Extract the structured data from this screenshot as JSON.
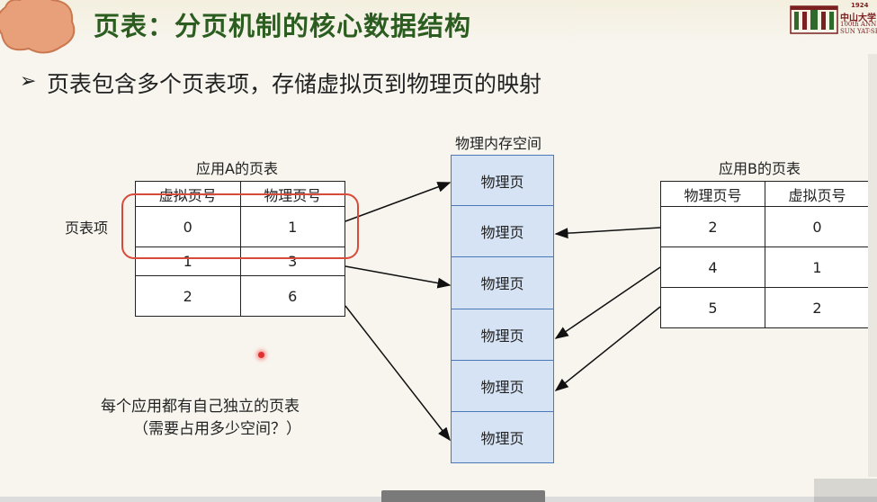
{
  "slide": {
    "title": "页表：分页机制的核心数据结构",
    "bullet": "页表包含多个页表项，存储虚拟页到物理页的映射"
  },
  "logo": {
    "year": "1924",
    "cn": "中山大学",
    "en_line1": "100th ANN",
    "en_line2": "SUN YAT-SEN"
  },
  "table_a": {
    "caption": "应用A的页表",
    "headers": [
      "虚拟页号",
      "物理页号"
    ],
    "rows": [
      [
        "0",
        "1"
      ],
      [
        "1",
        "3"
      ],
      [
        "2",
        "6"
      ]
    ]
  },
  "table_b": {
    "caption": "应用B的页表",
    "headers": [
      "物理页号",
      "虚拟页号"
    ],
    "rows": [
      [
        "2",
        "0"
      ],
      [
        "4",
        "1"
      ],
      [
        "5",
        "2"
      ]
    ]
  },
  "row_label": "页表项",
  "memory": {
    "caption": "物理内存空间",
    "cells": [
      "物理页",
      "物理页",
      "物理页",
      "物理页",
      "物理页",
      "物理页"
    ]
  },
  "notes": {
    "line1": "每个应用都有自己独立的页表",
    "line2": "（需要占用多少空间？）"
  },
  "colors": {
    "title": "#2c5d20",
    "badge": "#e8a07a",
    "memory_fill": "#d5e3f4",
    "memory_border": "#4a78b8",
    "highlight": "#d84a3a"
  }
}
